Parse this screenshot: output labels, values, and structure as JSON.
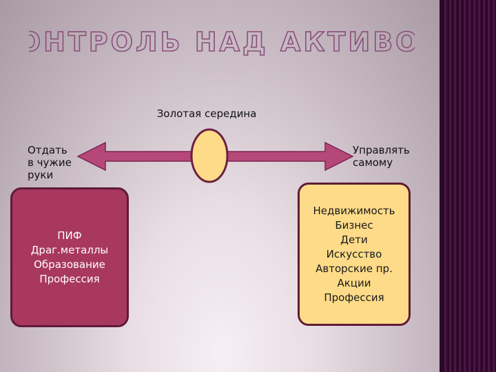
{
  "title": "КОНТРОЛЬ НАД АКТИВОМ",
  "middle_label": "Золотая середина",
  "left_label": [
    "Отдать",
    "в чужие",
    "руки"
  ],
  "right_label": [
    "Управлять",
    "самому"
  ],
  "left_box": {
    "items": [
      "ПИФ",
      "Драг.металлы",
      "Образование",
      "Профессия"
    ]
  },
  "right_box": {
    "items": [
      "Недвижимость",
      "Бизнес",
      "Дети",
      "Искусство",
      "Авторские пр.",
      "Акции",
      "Профессия"
    ]
  },
  "colors": {
    "title_outline": "#8a4d7c",
    "arrow": "#b64879",
    "arrow_outline": "#7a2650",
    "circle_fill": "#fddb88",
    "left_box_fill": "#a8385e",
    "right_box_fill": "#fddb88",
    "box_border": "#5e1b37",
    "sidebar": "#3a0c36"
  }
}
